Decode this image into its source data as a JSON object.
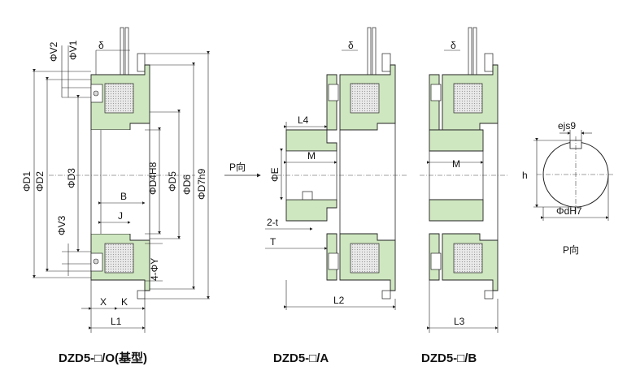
{
  "figure": {
    "captions": {
      "base": "DZD5-□/O(基型)",
      "a": "DZD5-□/A",
      "b": "DZD5-□/B"
    },
    "dimensions_base": [
      "ΦV2",
      "ΦV1",
      "δ",
      "ΦD1",
      "ΦD2",
      "ΦD3",
      "ΦV3",
      "ΦD4H8",
      "ΦD5",
      "ΦD6",
      "ΦD7h9",
      "B",
      "J",
      "4-ΦY",
      "X",
      "K",
      "L1"
    ],
    "dimensions_a": [
      "δ",
      "L4",
      "ΦE",
      "M",
      "2-t",
      "T",
      "L2"
    ],
    "dimensions_b": [
      "δ",
      "M",
      "L3"
    ],
    "arrow_label": "P向",
    "keyway": {
      "width": "ejs9",
      "height": "h",
      "bore": "ΦdH7",
      "view_label": "P向"
    }
  }
}
